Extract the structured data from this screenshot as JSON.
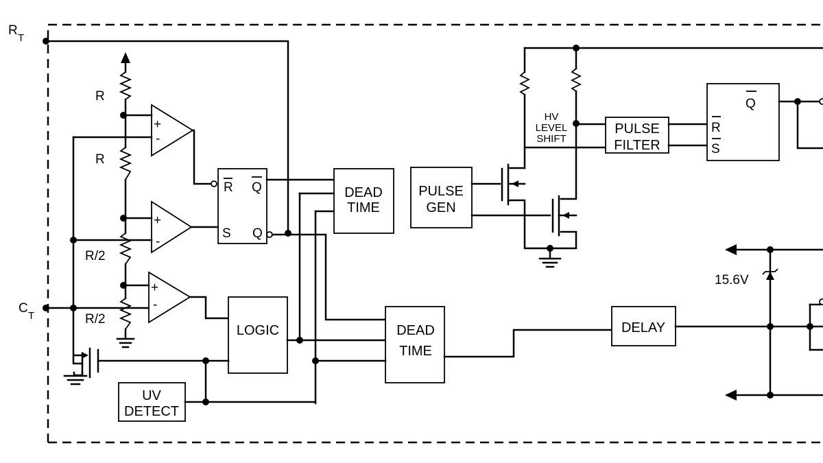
{
  "pins": {
    "rt": "R",
    "rt_sub": "T",
    "ct": "C",
    "ct_sub": "T"
  },
  "resistors": {
    "r1": "R",
    "r2": "R",
    "r3": "R/2",
    "r4": "R/2"
  },
  "comparators": {
    "plus": "+",
    "minus": "-"
  },
  "flipflop_left": {
    "rbar": "R",
    "s": "S",
    "qbar": "Q",
    "q": "Q"
  },
  "blocks": {
    "dead_time_top": [
      "DEAD",
      "TIME"
    ],
    "pulse_gen": [
      "PULSE",
      "GEN"
    ],
    "pulse_filter": [
      "PULSE",
      "FILTER"
    ],
    "logic": "LOGIC",
    "dead_time_bottom": [
      "DEAD",
      "TIME"
    ],
    "delay": "DELAY",
    "uv_detect": [
      "UV",
      "DETECT"
    ]
  },
  "hv_level_shift": [
    "HV",
    "LEVEL",
    "SHIFT"
  ],
  "flipflop_right": {
    "qbar": "Q",
    "rbar": "R",
    "sbar": "S"
  },
  "zener_voltage": "15.6V"
}
